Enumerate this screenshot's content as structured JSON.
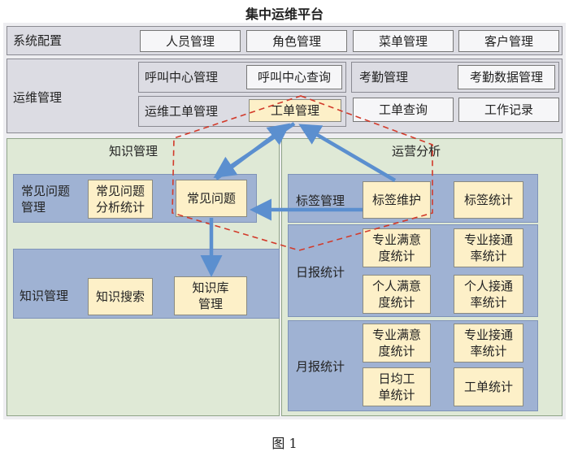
{
  "title": "集中运维平台",
  "figure_caption": "图 1",
  "system_config": {
    "label": "系统配置",
    "items": [
      "人员管理",
      "角色管理",
      "菜单管理",
      "客户管理"
    ]
  },
  "ops_mgmt": {
    "label": "运维管理",
    "call_center": "呼叫中心管理",
    "call_query": "呼叫中心查询",
    "attendance": "考勤管理",
    "attendance_data": "考勤数据管理",
    "work_order_mgmt": "运维工单管理",
    "work_order": "工单管理",
    "work_order_query": "工单查询",
    "work_record": "工作记录"
  },
  "knowledge": {
    "label": "知识管理",
    "faq_group_label": "常见问题管理",
    "faq_stats": "常见问题分析统计",
    "faq": "常见问题",
    "kb_group_label": "知识管理",
    "search": "知识搜索",
    "kb_mgmt": "知识库管理"
  },
  "analytics": {
    "label": "运营分析",
    "tag_group": "标签管理",
    "tag_maint": "标签维护",
    "tag_stats": "标签统计",
    "daily_label": "日报统计",
    "daily": [
      "专业满意度统计",
      "专业接通率统计",
      "个人满意度统计",
      "个人接通率统计"
    ],
    "monthly_label": "月报统计",
    "monthly": [
      "专业满意度统计",
      "专业接通率统计",
      "日均工单统计",
      "工单统计"
    ]
  },
  "colors": {
    "arrow": "#5b8fcf",
    "dashed": "#d23a2a"
  }
}
